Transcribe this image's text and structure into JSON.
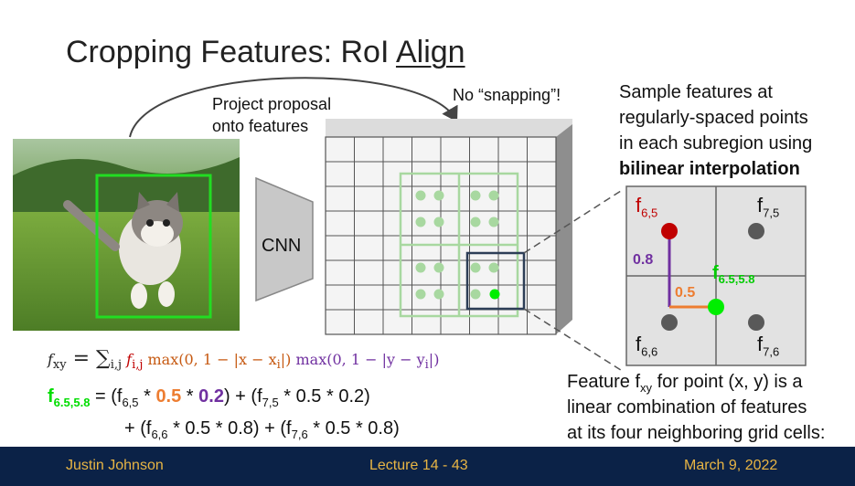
{
  "title": {
    "prefix": "Cropping Features: RoI ",
    "underlined": "Align"
  },
  "project_note": {
    "line1": "Project proposal",
    "line2": "onto features"
  },
  "no_snapping": "No “snapping”!",
  "sample_text": {
    "line1": "Sample features at",
    "line2": "regularly-spaced points",
    "line3": "in each subregion using",
    "line4_bold": "bilinear interpolation"
  },
  "cnn_label": "CNN",
  "zoom_labels": {
    "f65": "f",
    "f65_sub": "6,5",
    "f75": "f",
    "f75_sub": "7,5",
    "f66": "f",
    "f66_sub": "6,6",
    "f76": "f",
    "f76_sub": "7,6",
    "fpt": "f",
    "fpt_sub": "6.5,5.8",
    "v08": "0.8",
    "v05": "0.5"
  },
  "formula": {
    "lhs": "f",
    "lhs_sub": "xy",
    "eq": " = ∑",
    "sum_sub": "i,j",
    "fij": "f",
    "fij_sub": "i,j",
    "part1": " max(0, 1 − |x − x",
    "part1_sub": "i",
    "part1_end": "|)",
    "part2": " max(0, 1 − |y − y",
    "part2_sub": "i",
    "part2_end": "|)"
  },
  "eq": {
    "lhs": "f",
    "lhs_sub": "6.5,5.8",
    "l1_a": " = (f",
    "l1_a_sub": "6,5",
    "l1_mul1": " * ",
    "l1_v1": "0.5",
    "l1_mul2": " * ",
    "l1_v2": "0.2",
    "l1_b": ") + (f",
    "l1_b_sub": "7,5",
    "l1_c": " * 0.5 * 0.2)",
    "l2_a": "+ (f",
    "l2_a_sub": "6,6",
    "l2_b": " * 0.5 * 0.8) + (f",
    "l2_b_sub": "7,6",
    "l2_c": " * 0.5 * 0.8)"
  },
  "feature_text": {
    "line1_a": "Feature f",
    "line1_sub": "xy",
    "line1_b": " for point (x, y) is a",
    "line2": "linear combination of features",
    "line3": "at its four neighboring grid cells:"
  },
  "footer": {
    "left": "Justin Johnson",
    "center": "Lecture 14 -  43",
    "right": "March 9, 2022"
  },
  "colors": {
    "red": "#c00000",
    "green": "#00ee00",
    "purple": "#7030a0",
    "orange": "#ed7d31",
    "footer_bg": "#0b2247",
    "footer_text": "#e8b544"
  }
}
